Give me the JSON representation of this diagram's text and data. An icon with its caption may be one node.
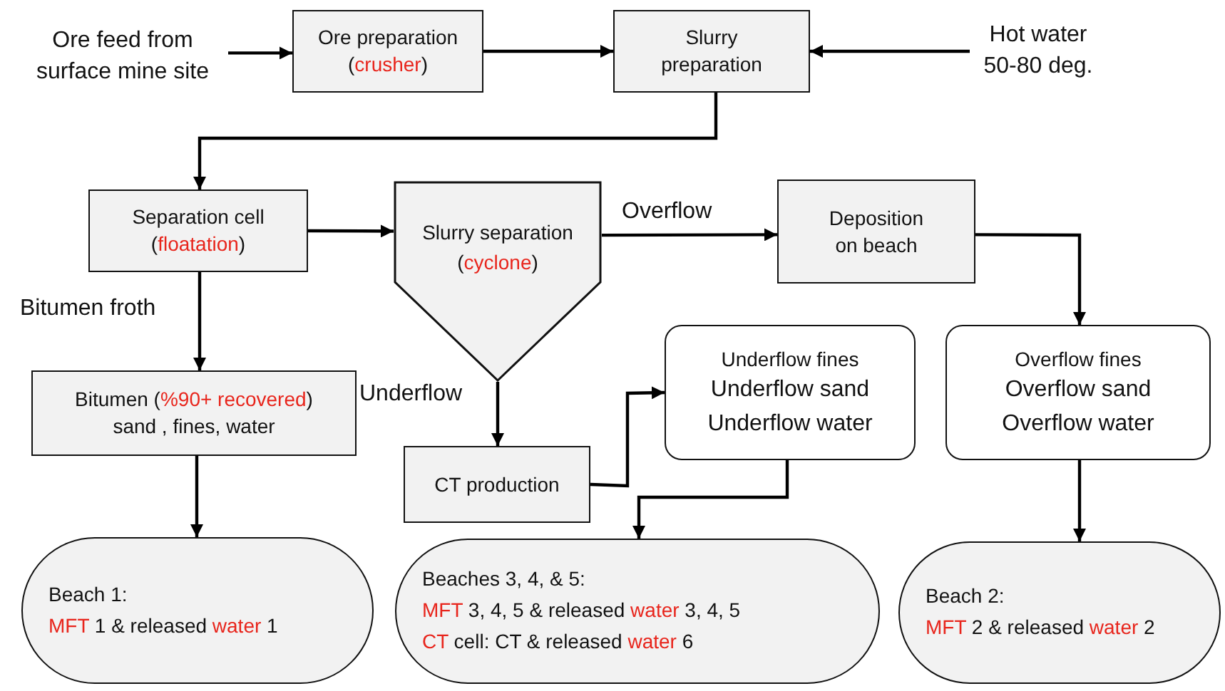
{
  "diagram": {
    "nodes": [
      {
        "text": [
          "Ore feed from surface mine site"
        ]
      },
      {
        "text": [
          "Ore preparation (*crusher*)"
        ]
      },
      {
        "text": [
          "Slurry preparation"
        ]
      },
      {
        "text": [
          "Hot water 50-80 deg."
        ]
      },
      {
        "text": [
          "Separation cell (*floatation*)"
        ]
      },
      {
        "text": [
          "Slurry separation (*cyclone*)"
        ]
      },
      {
        "text": [
          "Deposition on beach"
        ]
      },
      {
        "text": [
          "Bitumen (*%90+ recovered*) sand , fines, water"
        ]
      },
      {
        "text": [
          "Underflow fines",
          "Underflow sand",
          "Underflow water"
        ]
      },
      {
        "text": [
          "Overflow fines",
          "Overflow sand",
          "Overflow water"
        ]
      },
      {
        "text": [
          "CT production"
        ]
      },
      {
        "text": [
          "Beach 1:",
          "*MFT* 1 & released *water* 1"
        ]
      },
      {
        "text": [
          "Beaches 3, 4, & 5:",
          "*MFT* 3, 4, 5 & released *water* 3, 4, 5",
          "*CT* cell: CT & released *water* 6"
        ]
      },
      {
        "text": [
          "Beach 2:",
          "*MFT* 2 & released *water* 2"
        ]
      }
    ],
    "edges": [
      {
        "from": 0,
        "to": 1,
        "arrow": "to"
      },
      {
        "from": 1,
        "to": 2,
        "arrow": "to"
      },
      {
        "from": 3,
        "to": 2,
        "arrow": "to"
      },
      {
        "from": 2,
        "to": 4,
        "arrow": "to"
      },
      {
        "from": 4,
        "to": 5,
        "arrow": "to"
      },
      {
        "from": 5,
        "to": 6,
        "arrow": "to",
        "label": "Overflow"
      },
      {
        "from": 4,
        "to": 7,
        "arrow": "to",
        "label": "Bitumen froth"
      },
      {
        "from": 5,
        "to": 10,
        "arrow": "to",
        "label": "Underflow"
      },
      {
        "from": 10,
        "to": 8,
        "arrow": "to"
      },
      {
        "from": 6,
        "to": 9,
        "arrow": "to"
      },
      {
        "from": 7,
        "to": 11,
        "arrow": "to"
      },
      {
        "from": 8,
        "to": 12,
        "arrow": "to"
      },
      {
        "from": 9,
        "to": 13,
        "arrow": "to"
      }
    ]
  }
}
